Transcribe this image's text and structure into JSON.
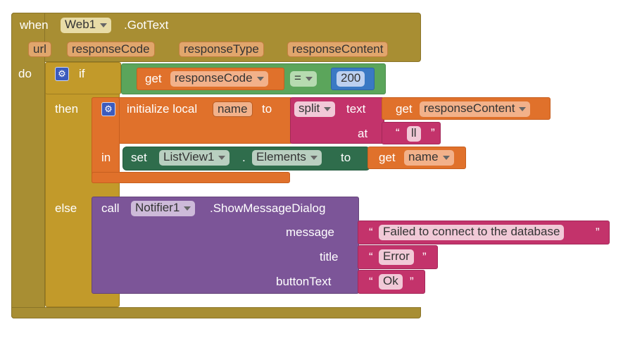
{
  "event": {
    "when_label": "when",
    "component": "Web1",
    "event_name": ".GotText",
    "params": [
      "url",
      "responseCode",
      "responseType",
      "responseContent"
    ],
    "do_label": "do"
  },
  "if_block": {
    "if_label": "if",
    "get_label": "get",
    "var": "responseCode",
    "op": "=",
    "value": "200",
    "then_label": "then",
    "else_label": "else"
  },
  "local": {
    "label": "initialize local",
    "name": "name",
    "to_label": "to",
    "in_label": "in"
  },
  "split": {
    "label": "split",
    "text_label": "text",
    "at_label": "at",
    "get_label": "get",
    "var": "responseContent",
    "at_value": "ll"
  },
  "set": {
    "set_label": "set",
    "component": "ListView1",
    "dot": ".",
    "property": "Elements",
    "to_label": "to",
    "get_label": "get",
    "var": "name"
  },
  "call": {
    "call_label": "call",
    "component": "Notifier1",
    "method": ".ShowMessageDialog",
    "message_label": "message",
    "message_value": "Failed to connect to the database",
    "title_label": "title",
    "title_value": "Error",
    "button_label": "buttonText",
    "button_value": "Ok"
  },
  "colors": {
    "event": "#a88e33",
    "logic": "#5ba55b",
    "math": "#3a79c4",
    "variable": "#e0712b",
    "text": "#c3336b",
    "set": "#2f6d4c",
    "procedure": "#7c5598"
  }
}
